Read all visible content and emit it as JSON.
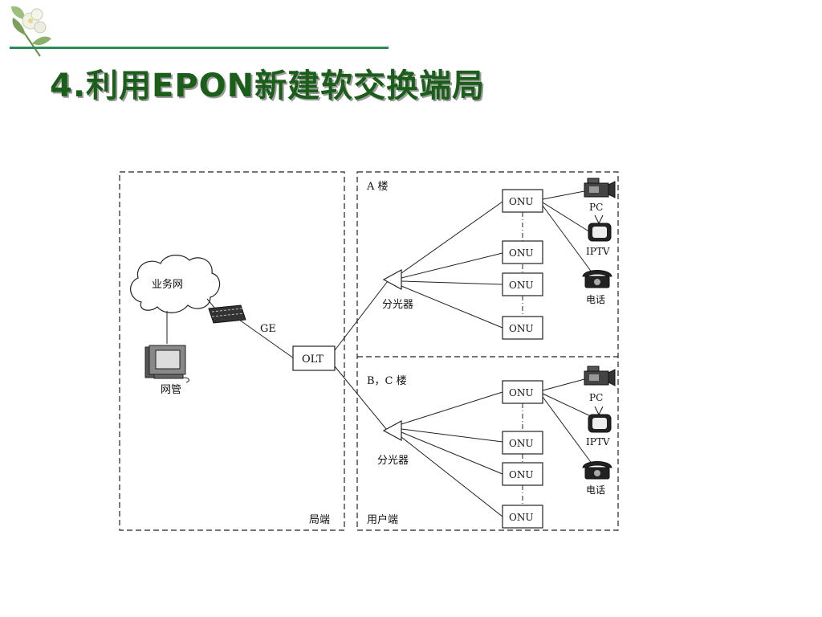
{
  "title": "4.利用EPON新建软交换端局",
  "diagram": {
    "regions": {
      "left_label": "局端",
      "right_label": "用户端",
      "top_building": "A 楼",
      "bottom_building": "B，C 楼"
    },
    "network": {
      "cloud": "业务网",
      "mgmt": "网管",
      "link": "GE",
      "olt": "OLT",
      "splitter": "分光器",
      "onu": "ONU"
    },
    "terminals": {
      "pc": "PC",
      "iptv": "IPTV",
      "phone": "电话"
    }
  }
}
